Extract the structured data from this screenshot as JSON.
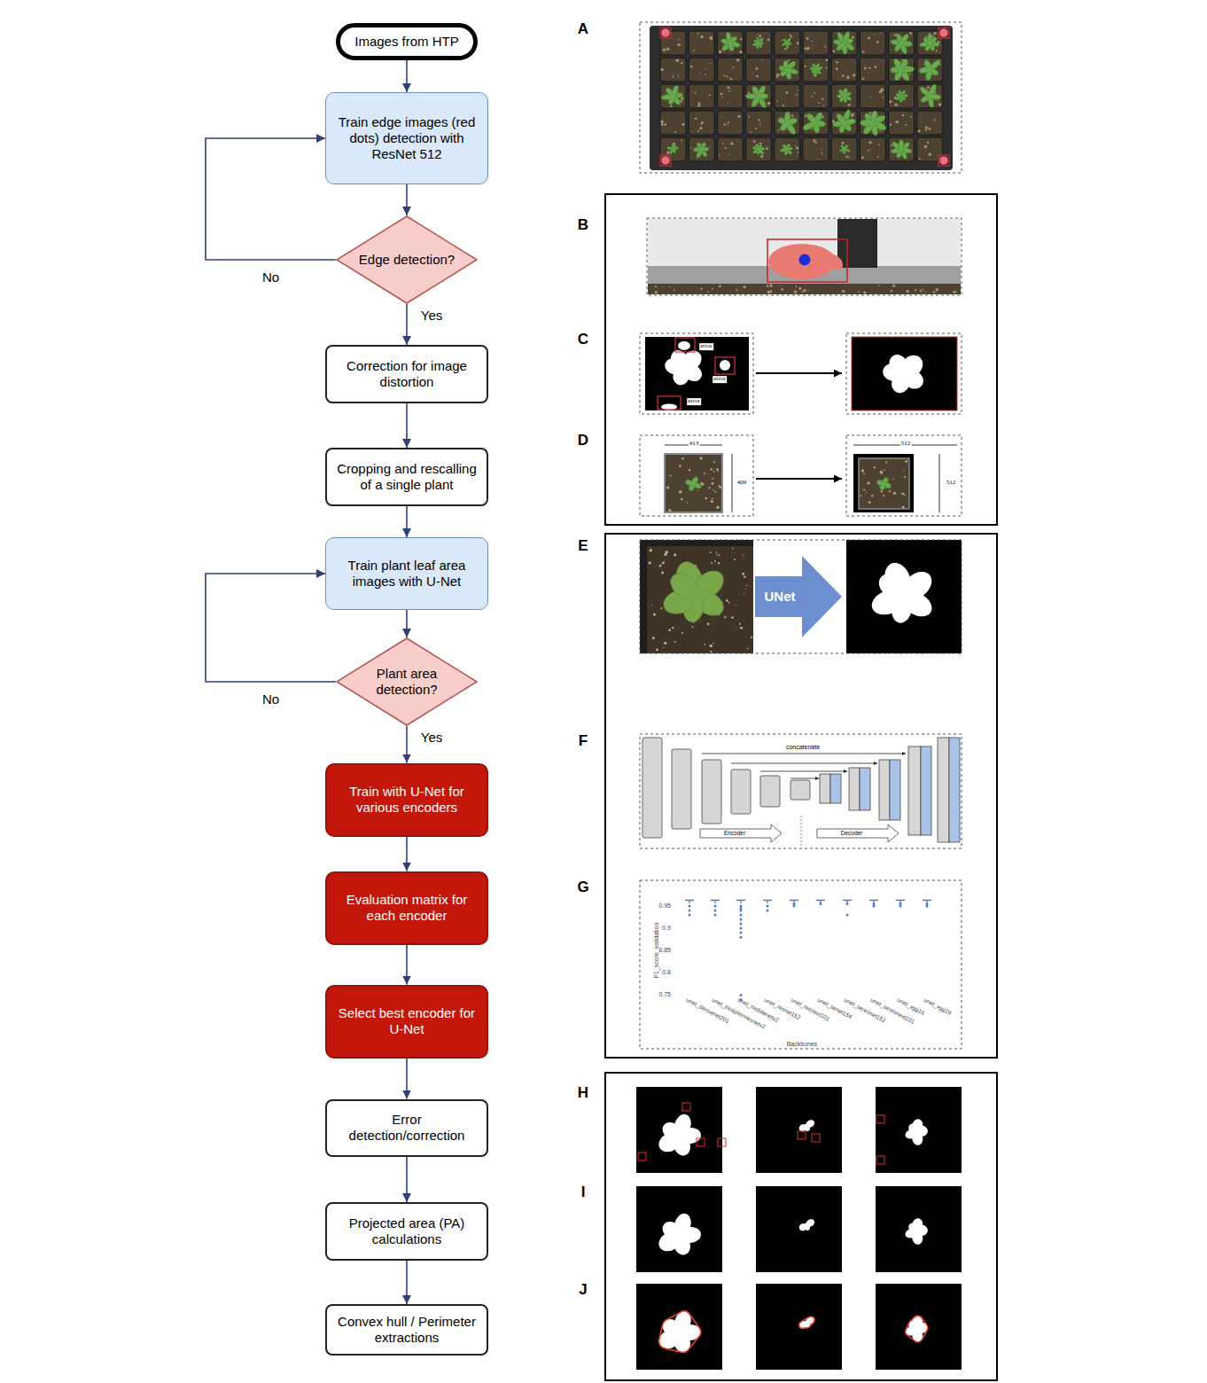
{
  "diagram": {
    "nodes": [
      {
        "text": [
          "Images from HTP"
        ]
      },
      {
        "text": [
          "Train edge images (red dots) detection with ResNet 512"
        ]
      },
      {
        "text": [
          "Edge detection?"
        ]
      },
      {
        "text": [
          "Correction for image distortion"
        ]
      },
      {
        "text": [
          "Cropping and rescalling of a single plant"
        ]
      },
      {
        "text": [
          "Train plant leaf area images with U-Net"
        ]
      },
      {
        "text": [
          "Plant area detection?"
        ]
      },
      {
        "text": [
          "Train with U-Net for various encoders"
        ]
      },
      {
        "text": [
          "Evaluation matrix for each encoder"
        ]
      },
      {
        "text": [
          "Select best encoder for U-Net"
        ]
      },
      {
        "text": [
          "Error detection/correction"
        ]
      },
      {
        "text": [
          "Projected area (PA) calculations"
        ]
      },
      {
        "text": [
          "Convex hull / Perimeter extractions"
        ]
      }
    ],
    "edges": [
      {
        "from": 0,
        "to": 1,
        "arrow": "to"
      },
      {
        "from": 1,
        "to": 2,
        "arrow": "to"
      },
      {
        "from": 2,
        "to": 1,
        "label": "No",
        "arrow": "to"
      },
      {
        "from": 2,
        "to": 3,
        "label": "Yes",
        "arrow": "to"
      },
      {
        "from": 3,
        "to": 4,
        "arrow": "to"
      },
      {
        "from": 4,
        "to": 5,
        "arrow": "to"
      },
      {
        "from": 5,
        "to": 6,
        "arrow": "to"
      },
      {
        "from": 6,
        "to": 5,
        "label": "No",
        "arrow": "to"
      },
      {
        "from": 6,
        "to": 7,
        "label": "Yes",
        "arrow": "to"
      },
      {
        "from": 7,
        "to": 8,
        "arrow": "to"
      },
      {
        "from": 8,
        "to": 9,
        "arrow": "to"
      },
      {
        "from": 9,
        "to": 10,
        "arrow": "to"
      },
      {
        "from": 10,
        "to": 11,
        "arrow": "to"
      },
      {
        "from": 11,
        "to": 12,
        "arrow": "to"
      }
    ],
    "labels": [
      "A",
      "B",
      "C",
      "error",
      "error",
      "error",
      "D",
      "413",
      "409",
      "512",
      "512",
      "E",
      "UNet",
      "F",
      "concatenate",
      "Encoder",
      "Decoder",
      "G",
      "0.95",
      "0.9",
      "0.85",
      "0.8",
      "0.75",
      "F1_score_validation",
      "unet_densenet201",
      "unet_inceptionresnetv2",
      "unet_mobilenetv2",
      "unet_resnet152",
      "unet_resnext101",
      "unet_senet154",
      "unet_seresnet152",
      "unet_seresnext101",
      "unet_vgg16",
      "unet_vgg19",
      "Backbones",
      "H",
      "I",
      "J"
    ]
  }
}
